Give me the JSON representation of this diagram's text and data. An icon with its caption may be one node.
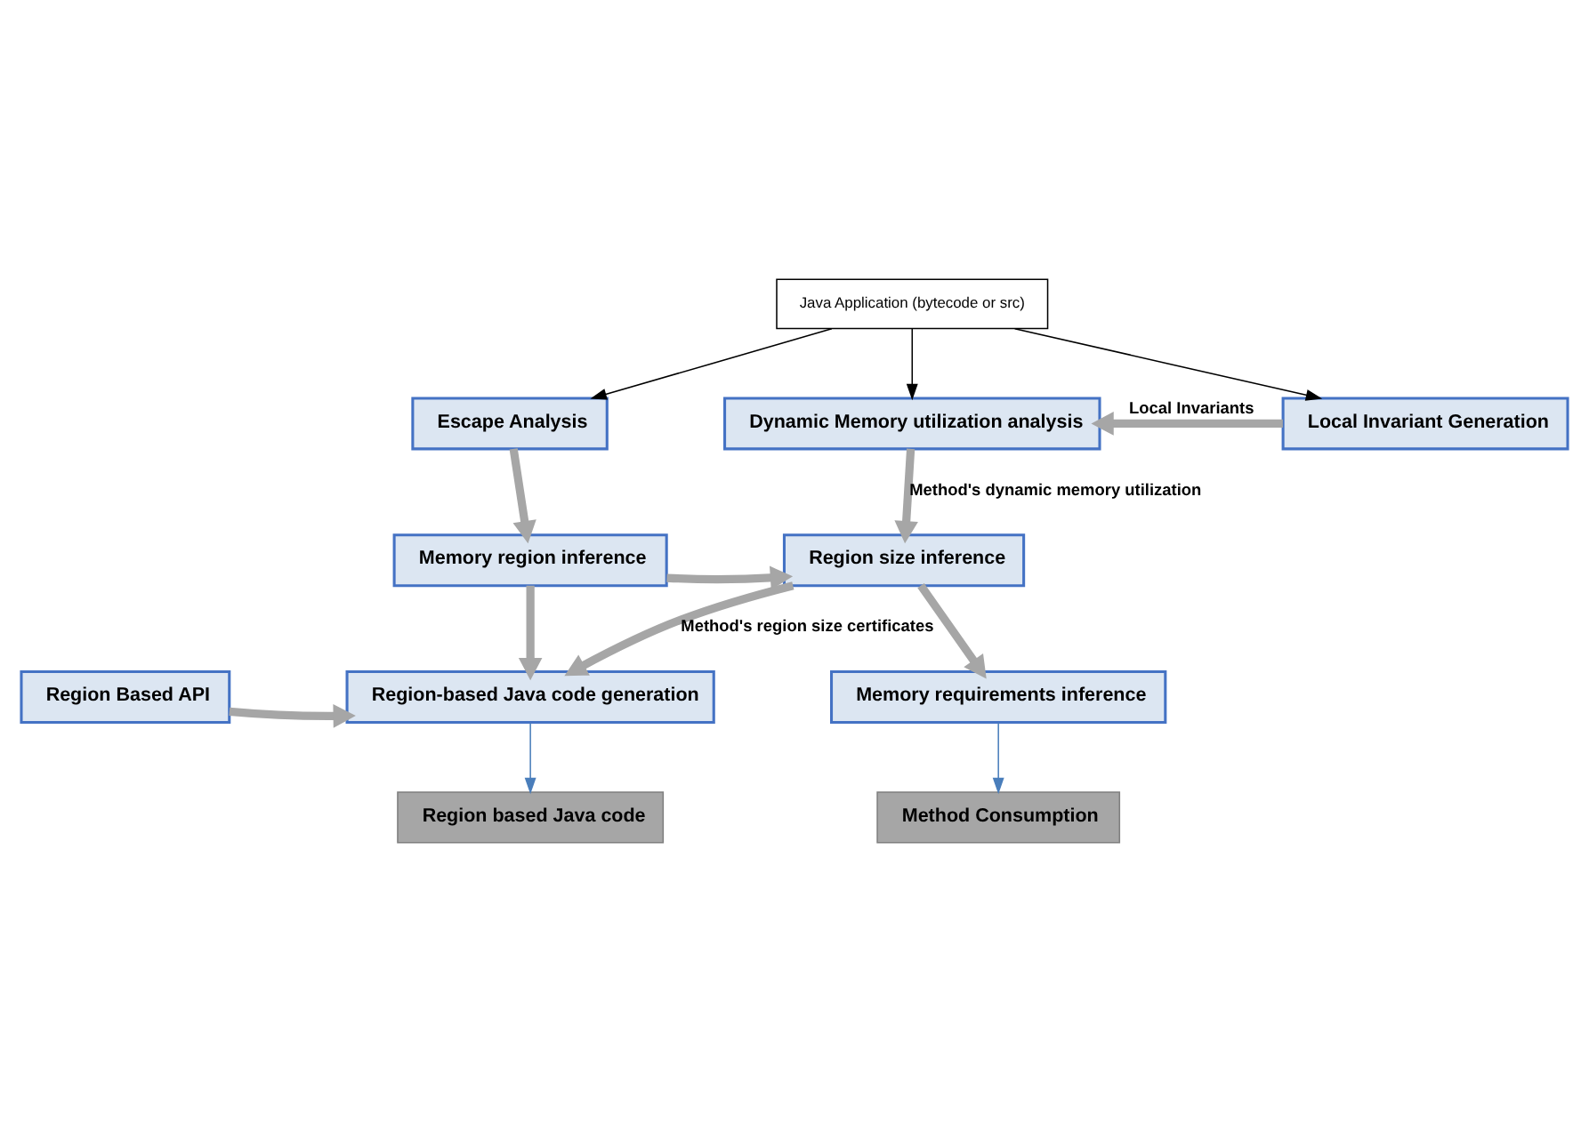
{
  "diagram": {
    "nodes": [
      {
        "text": [
          "Java Application (bytecode or src)"
        ]
      },
      {
        "text": [
          "Dynamic Memory utilization analysis"
        ]
      },
      {
        "text": [
          "Local Invariant Generation"
        ]
      },
      {
        "text": [
          "Escape Analysis"
        ]
      },
      {
        "text": [
          "Region size inference"
        ]
      },
      {
        "text": [
          "Memory region inference"
        ]
      },
      {
        "text": [
          "Region-based Java code generation"
        ]
      },
      {
        "text": [
          "Memory requirements inference"
        ]
      },
      {
        "text": [
          "Region Based API"
        ]
      },
      {
        "text": [
          "Region based Java code"
        ]
      },
      {
        "text": [
          "Method Consumption"
        ]
      }
    ],
    "edges": [
      {
        "from": 0,
        "to": 3,
        "arrow": "to",
        "color": "#000000"
      },
      {
        "from": 0,
        "to": 1,
        "arrow": "to",
        "color": "#000000"
      },
      {
        "from": 0,
        "to": 2,
        "arrow": "to",
        "color": "#000000"
      },
      {
        "from": 2,
        "to": 1,
        "arrow": "to",
        "label": "Local Invariants"
      },
      {
        "from": 1,
        "to": 4,
        "arrow": "to",
        "label": "Method's dynamic memory utilization"
      },
      {
        "from": 3,
        "to": 5,
        "arrow": "to"
      },
      {
        "from": 5,
        "to": 4,
        "arrow": "to"
      },
      {
        "from": 4,
        "to": 6,
        "arrow": "to",
        "label": "Method's region size certificates"
      },
      {
        "from": 4,
        "to": 7,
        "arrow": "to"
      },
      {
        "from": 5,
        "to": 6,
        "arrow": "to"
      },
      {
        "from": 8,
        "to": 6,
        "arrow": "to"
      },
      {
        "from": 6,
        "to": 9,
        "arrow": "to",
        "color": "#4a7ebb"
      },
      {
        "from": 7,
        "to": 10,
        "arrow": "to",
        "color": "#4a7ebb"
      }
    ]
  }
}
